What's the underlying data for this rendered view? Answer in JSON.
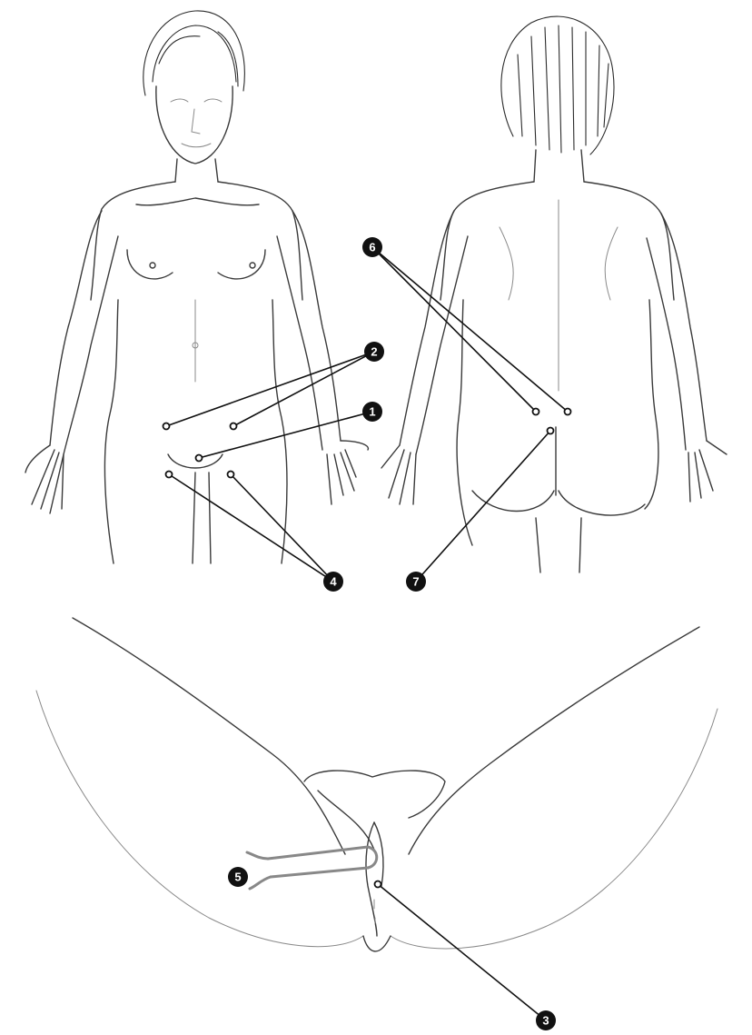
{
  "markers": {
    "m1": "1",
    "m2": "2",
    "m3": "3",
    "m4": "4",
    "m5": "5",
    "m6": "6",
    "m7": "7"
  },
  "colors": {
    "line": "#3a3a3a",
    "badge": "#111111",
    "tool": "#888888"
  },
  "icons": {
    "marker": "numbered-circle-marker",
    "target": "hollow-point-marker"
  }
}
